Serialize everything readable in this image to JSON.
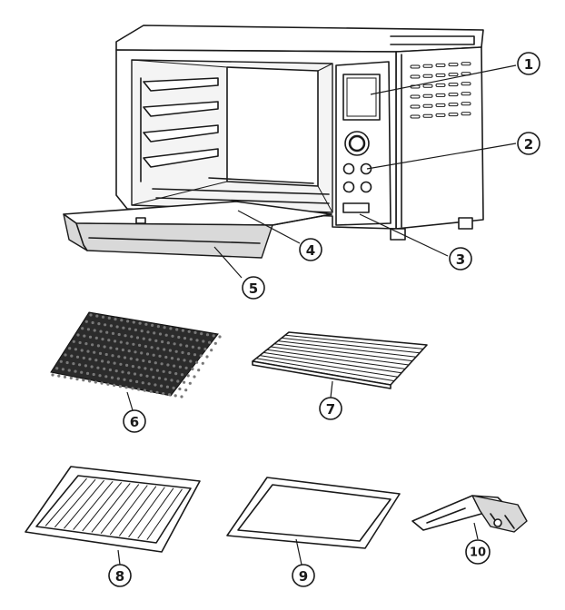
{
  "callouts": [
    {
      "label": "1"
    },
    {
      "label": "2"
    },
    {
      "label": "3"
    },
    {
      "label": "4"
    },
    {
      "label": "5"
    },
    {
      "label": "6"
    },
    {
      "label": "7"
    },
    {
      "label": "8"
    },
    {
      "label": "9"
    },
    {
      "label": "10"
    }
  ],
  "colors": {
    "line": "#1a1a1a",
    "mesh_fill": "#2b2b2b",
    "shade": "#d9d9d9",
    "background": "#ffffff"
  }
}
